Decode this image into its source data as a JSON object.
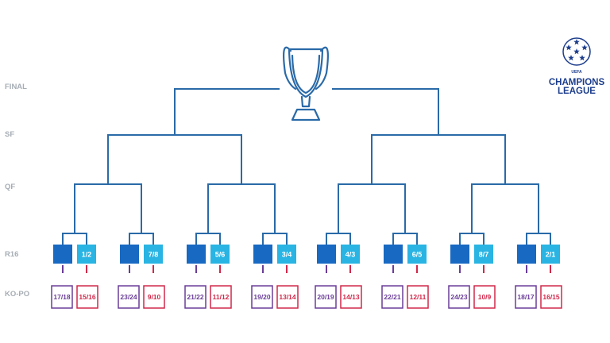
{
  "round_labels": [
    "FINAL",
    "SF",
    "QF",
    "R16",
    "KO-PO"
  ],
  "r16_slots": [
    "1/2",
    "7/8",
    "5/6",
    "3/4",
    "4/3",
    "6/5",
    "8/7",
    "2/1"
  ],
  "playoff_pairs": [
    [
      "17/18",
      "15/16"
    ],
    [
      "23/24",
      "9/10"
    ],
    [
      "21/22",
      "11/12"
    ],
    [
      "19/20",
      "13/14"
    ],
    [
      "20/19",
      "14/13"
    ],
    [
      "22/21",
      "12/11"
    ],
    [
      "24/23",
      "10/9"
    ],
    [
      "18/17",
      "16/15"
    ]
  ],
  "logo": {
    "line1": "UEFA",
    "line2": "CHAMPIONS",
    "line3": "LEAGUE"
  },
  "colors": {
    "line": "#2a6aa8",
    "seeded_box": "#1769c2",
    "slot_box": "#29b4e3",
    "purple": "#6a3d98",
    "red": "#d0284a",
    "label": "#a6adb4",
    "logo": "#1c3d8c"
  }
}
